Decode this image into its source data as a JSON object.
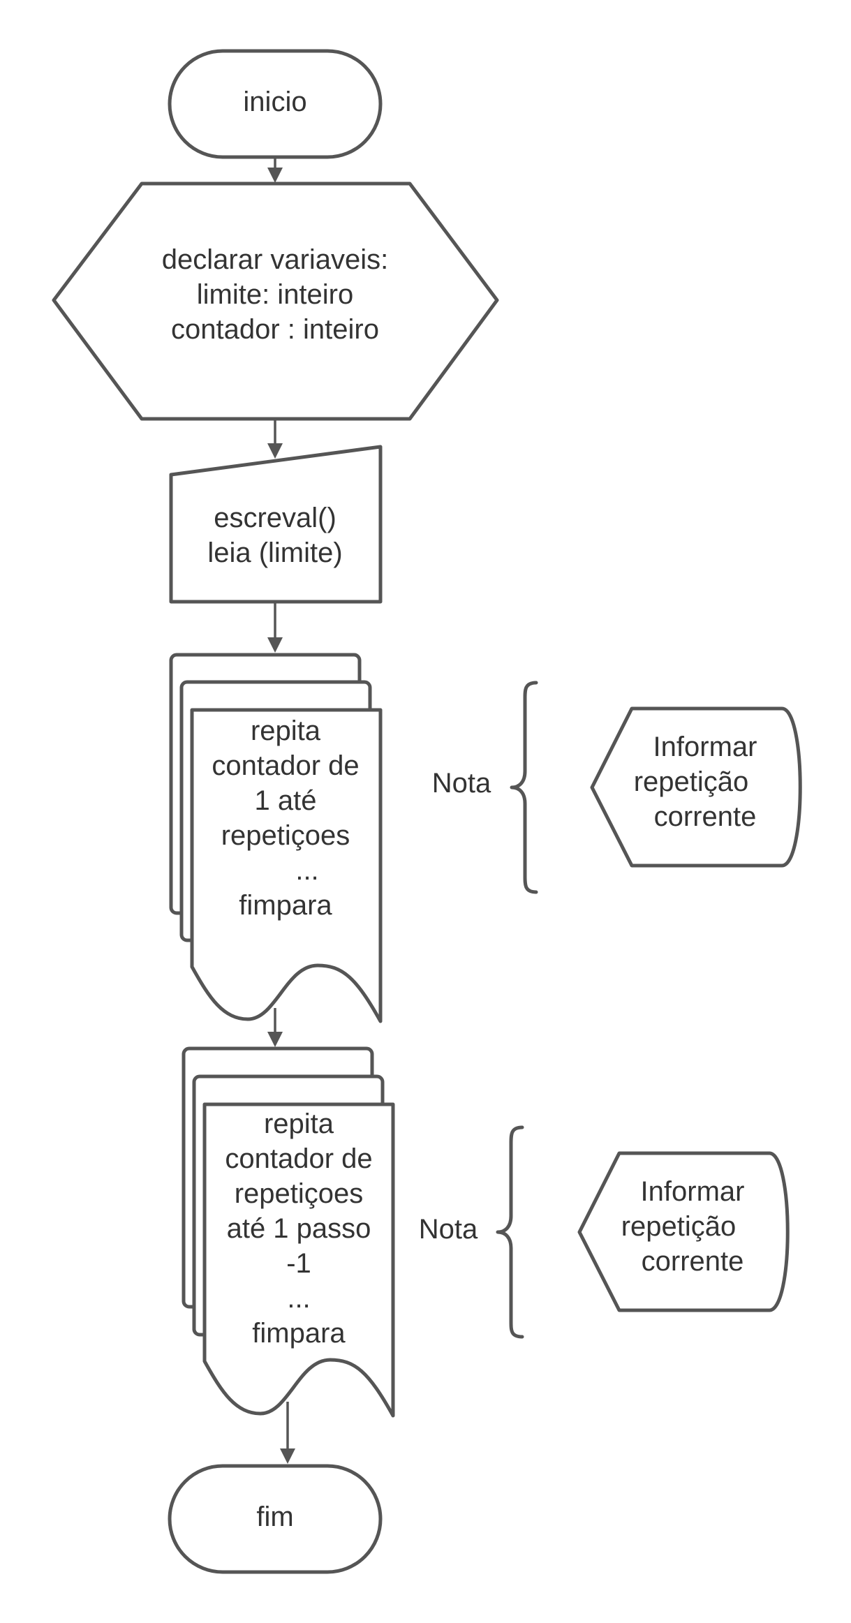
{
  "diagram": {
    "start": "inicio",
    "declare": [
      "declarar variaveis:",
      "limite: inteiro",
      "contador : inteiro"
    ],
    "input": [
      "escreval()",
      "leia (limite)"
    ],
    "loop1": [
      "repita",
      "contador de",
      "1 até",
      "repetiçoes",
      "...",
      "fimpara"
    ],
    "loop2": [
      "repita",
      "contador de",
      "repetiçoes",
      "até 1 passo",
      "-1",
      "...",
      "fimpara"
    ],
    "note1": {
      "label": "Nota",
      "display": [
        "Informar",
        "repetição",
        "corrente"
      ]
    },
    "note2": {
      "label": "Nota",
      "display": [
        "Informar",
        "repetição",
        "corrente"
      ]
    },
    "end": "fim"
  }
}
